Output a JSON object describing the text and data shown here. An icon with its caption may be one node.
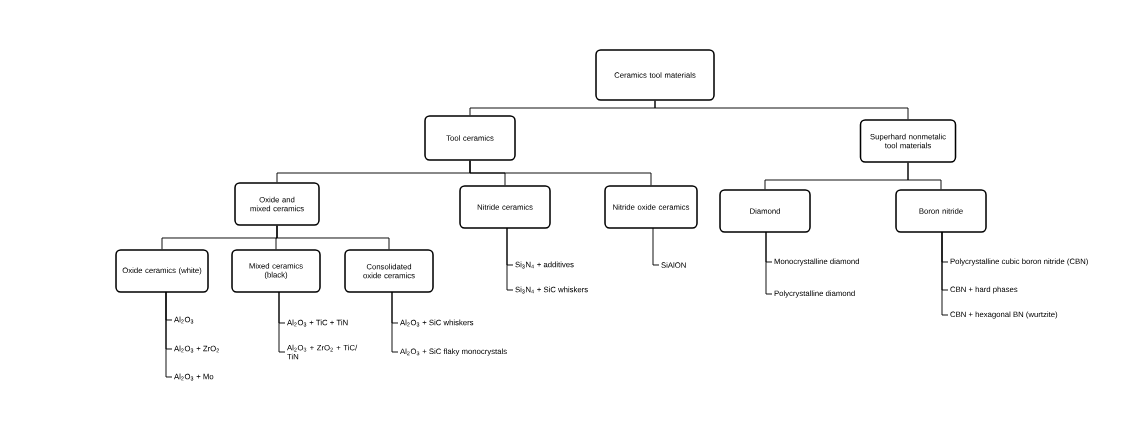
{
  "diagram": {
    "nodes": [
      {
        "text": [
          "Ceramics tool materials"
        ]
      },
      {
        "text": [
          "Tool ceramics"
        ]
      },
      {
        "text": [
          "Superhard nonmetalic tool materials"
        ]
      },
      {
        "text": [
          "Oxide and mixed ceramics"
        ]
      },
      {
        "text": [
          "Nitride ceramics"
        ]
      },
      {
        "text": [
          "Nitride oxide ceramics"
        ]
      },
      {
        "text": [
          "Diamond"
        ]
      },
      {
        "text": [
          "Boron nitride"
        ]
      },
      {
        "text": [
          "Oxide ceramics (white)"
        ]
      },
      {
        "text": [
          "Mixed ceramics (black)"
        ]
      },
      {
        "text": [
          "Consolidated oxide ceramics"
        ]
      },
      {
        "text": [
          "Si$_{3}$N$_{4}$ + additives"
        ]
      },
      {
        "text": [
          "Si$_{3}$N$_{4}$ + SiC whiskers"
        ]
      },
      {
        "text": [
          "SiAlON"
        ]
      },
      {
        "text": [
          "Monocrystalline diamond"
        ]
      },
      {
        "text": [
          "Polycrystalline diamond"
        ]
      },
      {
        "text": [
          "Polycrystalline cubic boron nitride (CBN)"
        ]
      },
      {
        "text": [
          "CBN + hard phases"
        ]
      },
      {
        "text": [
          "CBN + hexagonal BN (wurtzite)"
        ]
      },
      {
        "text": [
          "Al$_{2}$O$_{3}$"
        ]
      },
      {
        "text": [
          "Al$_{2}$O$_{3}$ + ZrO$_{2}$"
        ]
      },
      {
        "text": [
          "Al$_{2}$O$_{3}$ + Mo"
        ]
      },
      {
        "text": [
          "Al$_{2}$O$_{3}$ + TiC + TiN"
        ]
      },
      {
        "text": [
          "Al$_{2}$O$_{3}$ + ZrO$_{2}$ + TiC/ TiN"
        ]
      },
      {
        "text": [
          "Al$_{2}$O$_{3}$ + SiC whiskers"
        ]
      },
      {
        "text": [
          "Al$_{2}$O$_{3}$ + SiC flaky monocrystals"
        ]
      }
    ],
    "edges": [
      {
        "from": 0,
        "to": 1,
        "arrow": "none"
      },
      {
        "from": 0,
        "to": 2,
        "arrow": "none"
      },
      {
        "from": 1,
        "to": 3,
        "arrow": "none"
      },
      {
        "from": 1,
        "to": 4,
        "arrow": "none"
      },
      {
        "from": 1,
        "to": 5,
        "arrow": "none"
      },
      {
        "from": 2,
        "to": 6,
        "arrow": "none"
      },
      {
        "from": 2,
        "to": 7,
        "arrow": "none"
      },
      {
        "from": 3,
        "to": 8,
        "arrow": "none"
      },
      {
        "from": 3,
        "to": 9,
        "arrow": "none"
      },
      {
        "from": 3,
        "to": 10,
        "arrow": "none"
      },
      {
        "from": 4,
        "to": 11,
        "arrow": "none"
      },
      {
        "from": 4,
        "to": 12,
        "arrow": "none"
      },
      {
        "from": 5,
        "to": 13,
        "arrow": "none"
      },
      {
        "from": 6,
        "to": 14,
        "arrow": "none"
      },
      {
        "from": 6,
        "to": 15,
        "arrow": "none"
      },
      {
        "from": 7,
        "to": 16,
        "arrow": "none"
      },
      {
        "from": 7,
        "to": 17,
        "arrow": "none"
      },
      {
        "from": 7,
        "to": 18,
        "arrow": "none"
      },
      {
        "from": 8,
        "to": 19,
        "arrow": "none"
      },
      {
        "from": 8,
        "to": 20,
        "arrow": "none"
      },
      {
        "from": 8,
        "to": 21,
        "arrow": "none"
      },
      {
        "from": 9,
        "to": 22,
        "arrow": "none"
      },
      {
        "from": 9,
        "to": 23,
        "arrow": "none"
      },
      {
        "from": 10,
        "to": 24,
        "arrow": "none"
      },
      {
        "from": 10,
        "to": 25,
        "arrow": "none"
      }
    ]
  }
}
